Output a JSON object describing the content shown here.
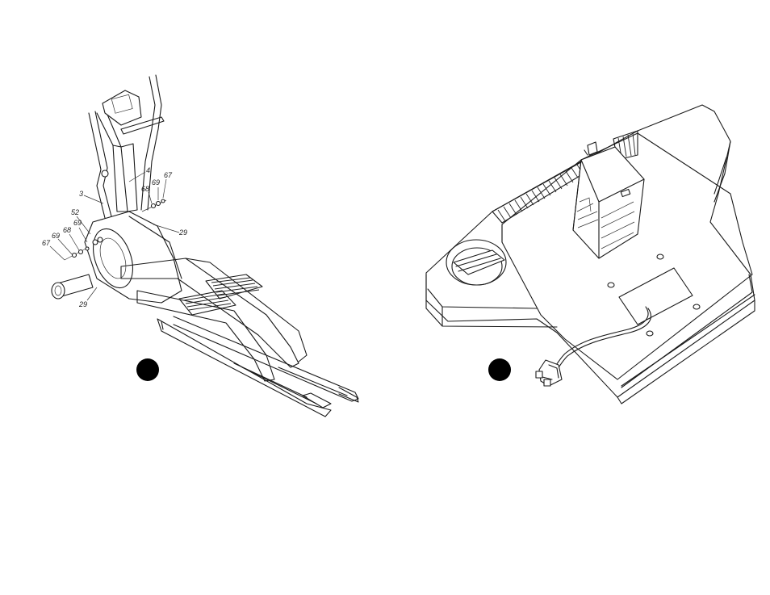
{
  "step_markers": [
    {
      "id": "step-marker-left",
      "text": ""
    },
    {
      "id": "step-marker-right",
      "text": ""
    }
  ],
  "part_labels": [
    {
      "text": "4"
    },
    {
      "text": "67"
    },
    {
      "text": "69"
    },
    {
      "text": "68"
    },
    {
      "text": "3"
    },
    {
      "text": "52"
    },
    {
      "text": "69"
    },
    {
      "text": "68"
    },
    {
      "text": "69"
    },
    {
      "text": "67"
    },
    {
      "text": "29"
    },
    {
      "text": "29"
    }
  ],
  "colors": {
    "line": "#1a1a1a",
    "marker": "#000000",
    "background": "#ffffff"
  }
}
